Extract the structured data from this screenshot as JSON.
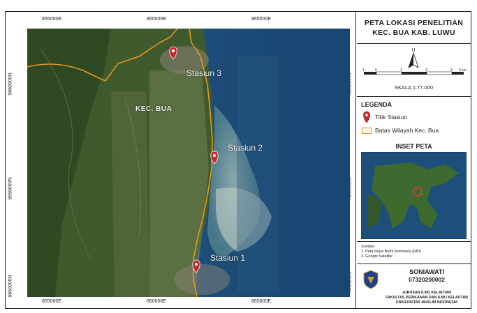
{
  "map": {
    "x_ticks": [
      "855000E",
      "860000E",
      "865000E"
    ],
    "y_ticks": [
      "9660000N",
      "9655000N",
      "9650000N"
    ],
    "region_label": "KEC. BUA",
    "stations": [
      {
        "label": "Stasiun 3"
      },
      {
        "label": "Stasiun 2"
      },
      {
        "label": "Stasiun 1"
      }
    ],
    "colors": {
      "boundary": "#e8961e",
      "marker": "#c62828",
      "sea": "#1d4f7a"
    }
  },
  "panel": {
    "title_line1": "PETA LOKASI PENELITIAN",
    "title_line2": "KEC. BUA KAB. LUWU",
    "north_label": "U",
    "scale_ticks": [
      "1",
      "0",
      "1",
      "2",
      "3",
      "4 km"
    ],
    "scale_text": "SKALA 1:77.000",
    "legend_title": "LEGENDA",
    "legend_items": [
      {
        "label": "Titik Stasiun",
        "icon": "map-pin-icon"
      },
      {
        "label": "Batas Wilayah Kec. Bua",
        "icon": "boundary-box-icon"
      }
    ],
    "inset_title": "INSET PETA",
    "source_title": "Sumber :",
    "source_items": [
      "1. Peta Rupa Bumi Indonesia (RBI)",
      "2. Google Satellite"
    ],
    "author_name": "SONIAWATI",
    "author_id": "07320200002",
    "inst_line1": "JURUSAN ILMU KELAUTAN",
    "inst_line2": "FAKULTAS PERIKANAN DAN ILMU KELAUTAN",
    "inst_line3": "UNIVERSITAS MUSLIM INDONESIA"
  }
}
